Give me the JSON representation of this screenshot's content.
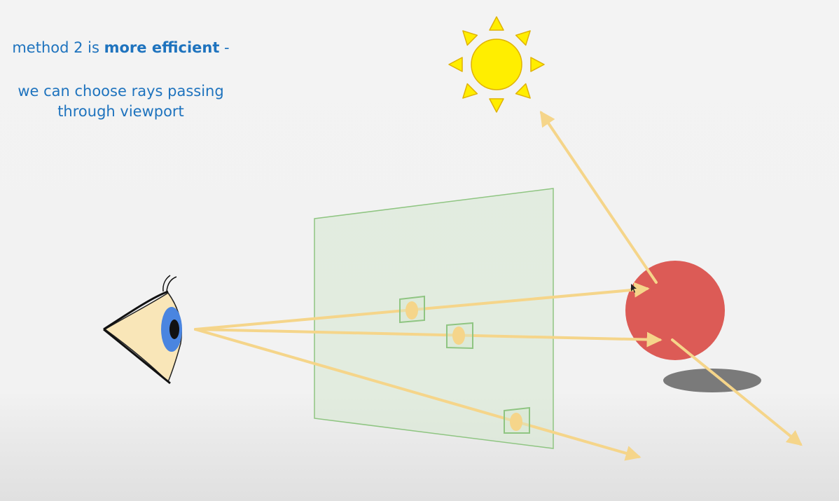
{
  "caption": {
    "line1_pre": "method 2 is ",
    "line1_bold": "more efficient",
    "line1_post": " -",
    "line2a": "we can choose rays passing",
    "line2b": "through viewport"
  },
  "colors": {
    "caption_text": "#1e73be",
    "ray": "#f5d58a",
    "viewport_fill": "#d6e8cf",
    "viewport_stroke": "#8fc582",
    "sphere": "#dc5b56",
    "shadow": "#7a7a7a",
    "sun": "#ffee00",
    "sun_stroke": "#e0b200",
    "eye_skin": "#f9e6b8",
    "iris": "#4a85e0"
  },
  "icons": {
    "eye": "eye-icon",
    "sun": "sun-icon",
    "sphere": "sphere-object",
    "viewport": "viewport-plane"
  }
}
